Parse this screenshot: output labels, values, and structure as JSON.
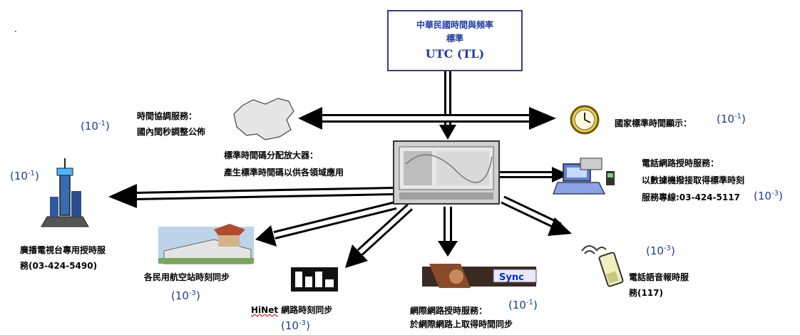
{
  "top_box": {
    "line1": "中華民國時間與頻率",
    "line2": "標準",
    "line3": "UTC (TL)"
  },
  "misc": {
    "dot": "."
  },
  "nodes": {
    "time_coord": {
      "title": "時間協調服務：",
      "subtitle": "國內閏秒調整公佈",
      "precision_base": "(10",
      "precision_exp": "-1",
      "precision_close": ")"
    },
    "clock": {
      "label": "國家標準時間顯示：",
      "precision_base": "(10",
      "precision_exp": "-1",
      "precision_close": ")"
    },
    "center": {
      "line1": "標準時間碼分配放大器：",
      "line2": "產生標準時間碼以供各領域應用"
    },
    "modem": {
      "line1": "電話網路授時服務：",
      "line2": "以數據機撥接取得標準時刻",
      "line3": "服務專線:03-424-5117",
      "precision_base": "(10",
      "precision_exp": "-3",
      "precision_close": ")"
    },
    "broadcast": {
      "line1": "廣播電視台專用授時服",
      "line2": "務(03-424-5490)",
      "precision_base": "(10",
      "precision_exp": "-1",
      "precision_close": ")"
    },
    "airport": {
      "label": "各民用航空站時刻同步",
      "precision_base": "(10",
      "precision_exp": "-3",
      "precision_close": ")"
    },
    "hinet": {
      "brand": "HiNet",
      "label": " 網路時刻同步",
      "precision_base": "(10",
      "precision_exp": "-3",
      "precision_close": ")"
    },
    "ntp": {
      "line1": "網際網路授時服務：",
      "line2": "於網際網路上取得時間同步",
      "logo_text": "Sync",
      "precision_base": "(10",
      "precision_exp": "-1",
      "precision_close": ")"
    },
    "voice": {
      "line1": "電話語音報時服",
      "line2": "務(117)",
      "precision_base": "(10",
      "precision_exp": "-3",
      "precision_close": ")"
    }
  },
  "colors": {
    "arrow": "#000000",
    "arrow_fill": "#ffffff",
    "precision": "#1f3a9c",
    "box_border": "#3a3a80"
  }
}
